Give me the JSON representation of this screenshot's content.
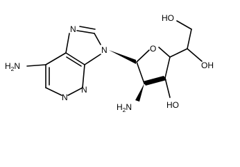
{
  "molecule": {
    "labels": {
      "amine_6": [
        "H",
        "2",
        "N"
      ],
      "n9": "N",
      "ring_o": "O",
      "n_top": "N",
      "n_pyr_bottom": "N",
      "n_pyr_right": "N",
      "amino_2": [
        "H",
        "2",
        "N"
      ],
      "oh_3": "HO",
      "oh_top": "HO",
      "oh_right": "OH"
    }
  }
}
